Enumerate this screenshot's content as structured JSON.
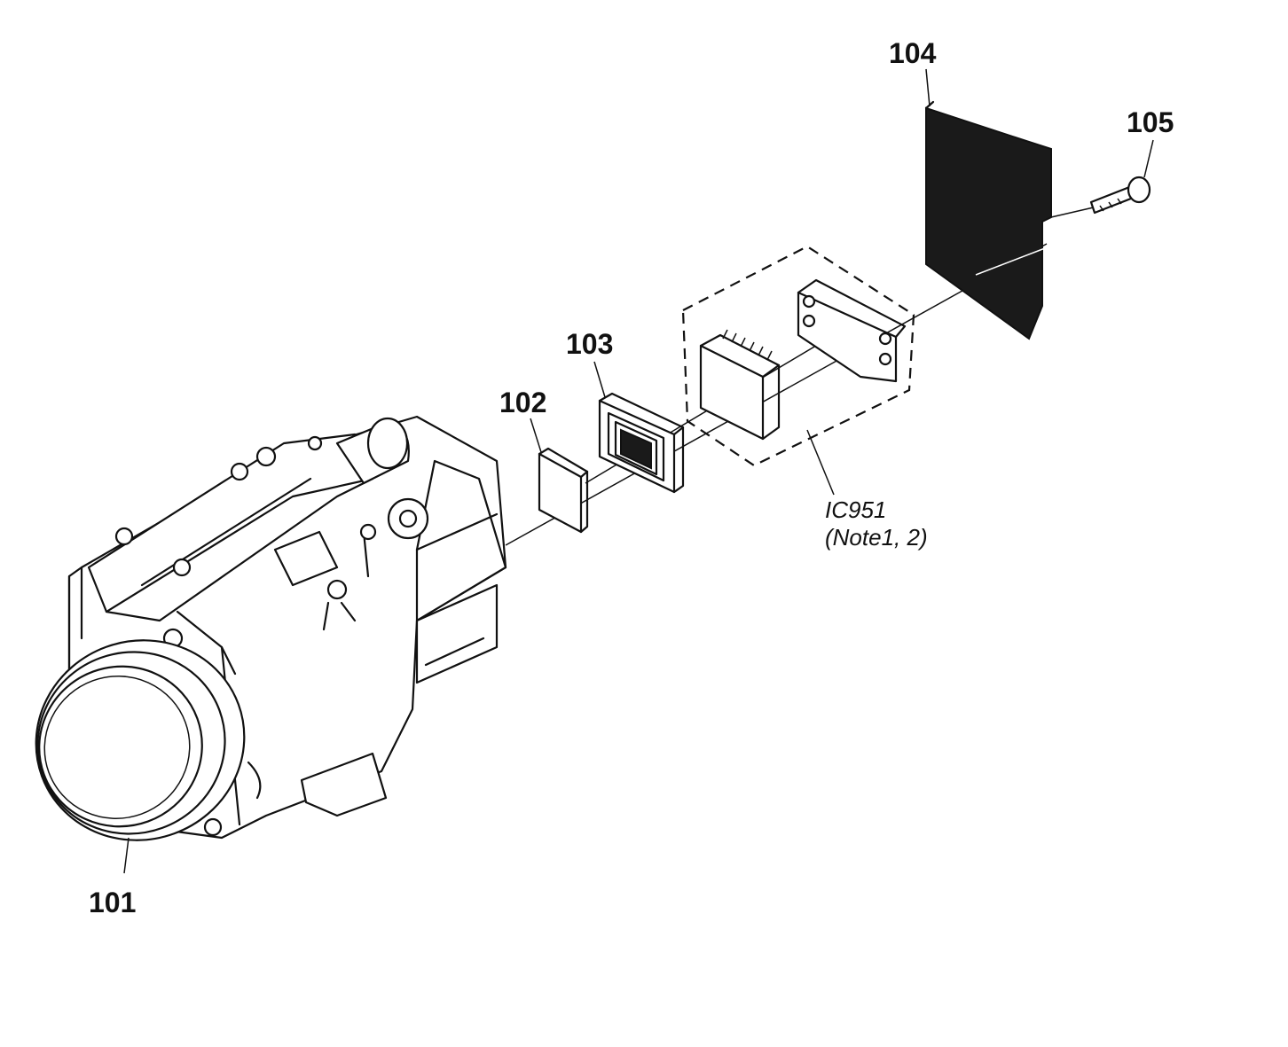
{
  "parts": {
    "p101": "101",
    "p102": "102",
    "p103": "103",
    "p104": "104",
    "p105": "105"
  },
  "ic": {
    "name": "IC951",
    "note": "(Note1, 2)"
  },
  "colors": {
    "ink": "#111111",
    "paper": "#ffffff",
    "heatsink": "#1a1a1a"
  }
}
